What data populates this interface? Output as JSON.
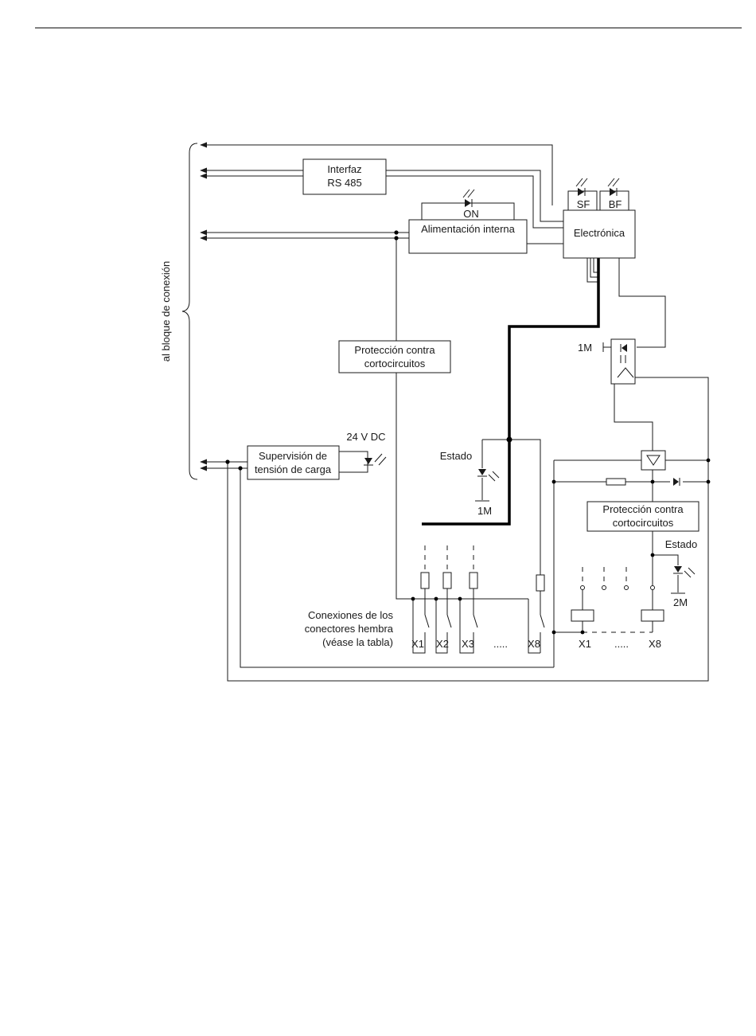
{
  "blocks": {
    "interfaz_line1": "Interfaz",
    "interfaz_line2": "RS 485",
    "alimentacion": "Alimentación interna",
    "electronica": "Electrónica",
    "proteccion_top_line1": "Protección contra",
    "proteccion_top_line2": "cortocircuitos",
    "proteccion_bottom_line1": "Protección contra",
    "proteccion_bottom_line2": "cortocircuitos",
    "supervision_line1": "Supervisión de",
    "supervision_line2": "tensión de carga"
  },
  "leds": {
    "on": "ON",
    "sf": "SF",
    "bf": "BF",
    "voltage": "24 V DC"
  },
  "labels": {
    "side": "al bloque de conexión",
    "estado_left": "Estado",
    "estado_right": "Estado",
    "ground_1m_top": "1M",
    "ground_1m_bottom": "1M",
    "ground_2m": "2M",
    "conexiones_line1": "Conexiones de los",
    "conexiones_line2": "conectores hembra",
    "conexiones_line3": "(véase la tabla)"
  },
  "connectors": {
    "left": [
      "X1",
      "X2",
      "X3",
      ".....",
      "X8"
    ],
    "right": [
      "X1",
      ".....",
      "X8"
    ]
  }
}
